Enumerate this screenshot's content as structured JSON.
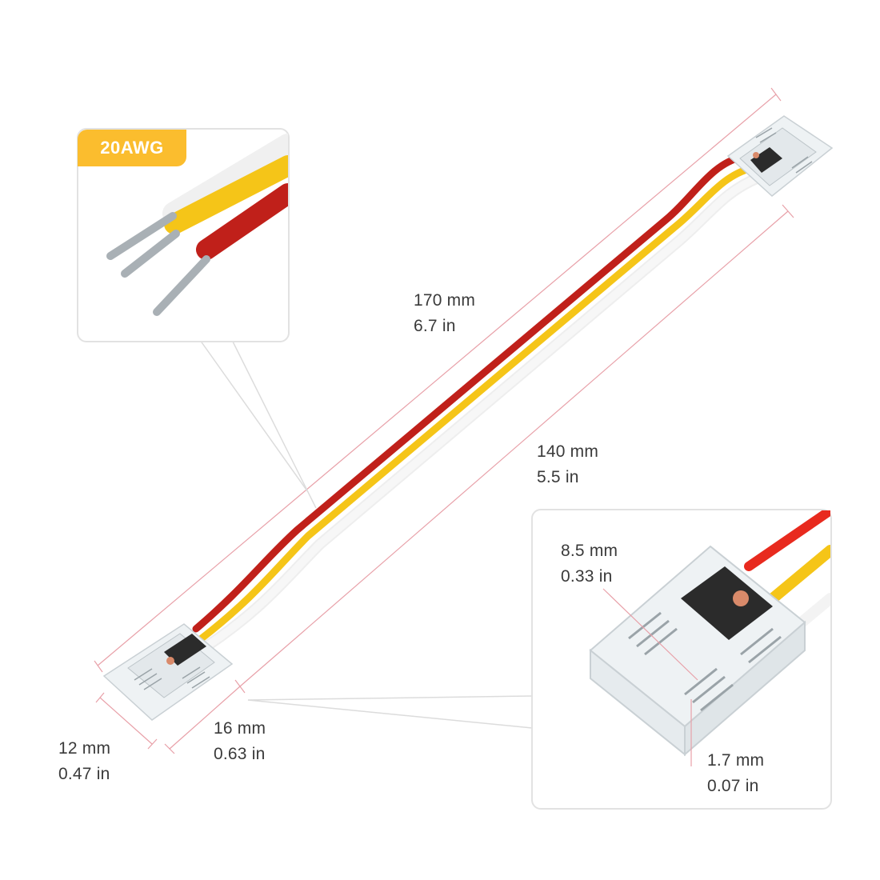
{
  "wire_gauge": {
    "label": "20AWG"
  },
  "dimensions": {
    "total_length": {
      "metric": "170 mm",
      "imperial": "6.7 in"
    },
    "wire_length": {
      "metric": "140 mm",
      "imperial": "5.5 in"
    },
    "connector_width": {
      "metric": "12 mm",
      "imperial": "0.47 in"
    },
    "connector_length": {
      "metric": "16 mm",
      "imperial": "0.63 in"
    },
    "pin_spacing": {
      "metric": "8.5 mm",
      "imperial": "0.33 in"
    },
    "pin_pitch": {
      "metric": "1.7 mm",
      "imperial": "0.07 in"
    }
  },
  "colors": {
    "wire_red": "#c0201a",
    "wire_yellow": "#f5c518",
    "wire_white": "#f3f3f3",
    "dimension_line": "#e8a0a8",
    "badge": "#fbbd2e",
    "callout_border": "#e2e2e2",
    "connector_clear": "#eef2f4",
    "pcb": "#2b2b2b",
    "copper_pad": "#d98a6a"
  },
  "icons": [
    "wire-strand-icon",
    "connector-icon"
  ]
}
